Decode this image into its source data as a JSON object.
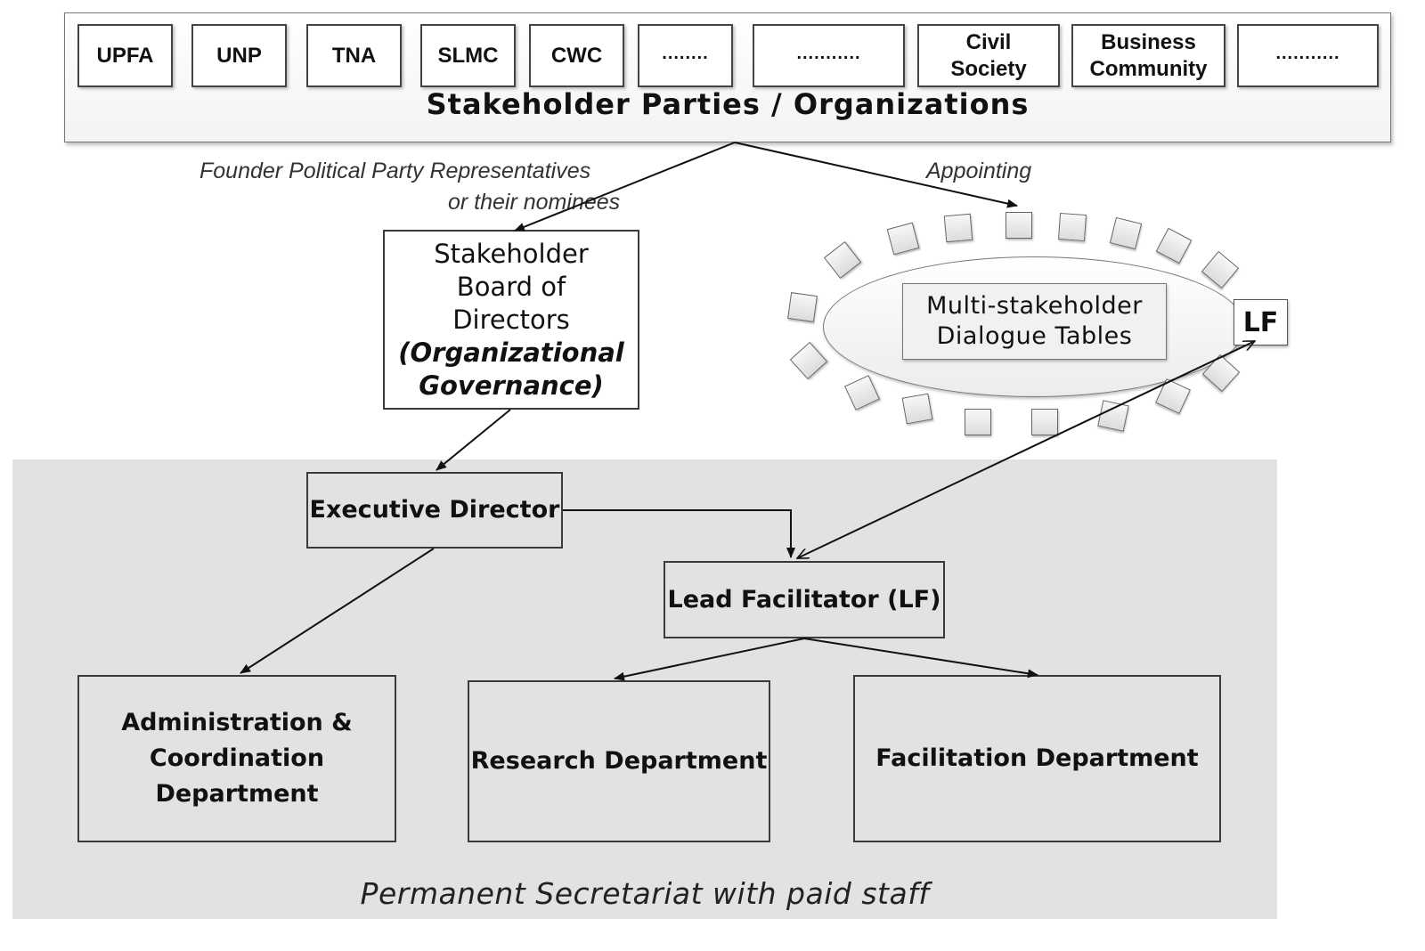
{
  "parties": {
    "items": [
      "UPFA",
      "UNP",
      "TNA",
      "SLMC",
      "CWC",
      "........",
      "...........",
      "Civil\nSociety",
      "Business\nCommunity",
      "..........."
    ],
    "title": "Stakeholder Parties / Organizations"
  },
  "labels": {
    "founder_line1": "Founder Political Party Representatives",
    "founder_line2": "or their nominees",
    "appointing": "Appointing"
  },
  "board": {
    "line1": "Stakeholder",
    "line2": "Board of",
    "line3": "Directors",
    "line4": "(Organizational",
    "line5": "Governance)"
  },
  "dialogue": {
    "label_line1": "Multi-stakeholder",
    "label_line2": "Dialogue Tables",
    "lf_tag": "LF"
  },
  "secretariat": {
    "executive_director": "Executive Director",
    "lead_facilitator": "Lead Facilitator (LF)",
    "admin_dept": "Administration &\nCoordination\nDepartment",
    "research_dept": "Research Department",
    "facilitation_dept": "Facilitation Department",
    "footer": "Permanent Secretariat with paid staff"
  }
}
